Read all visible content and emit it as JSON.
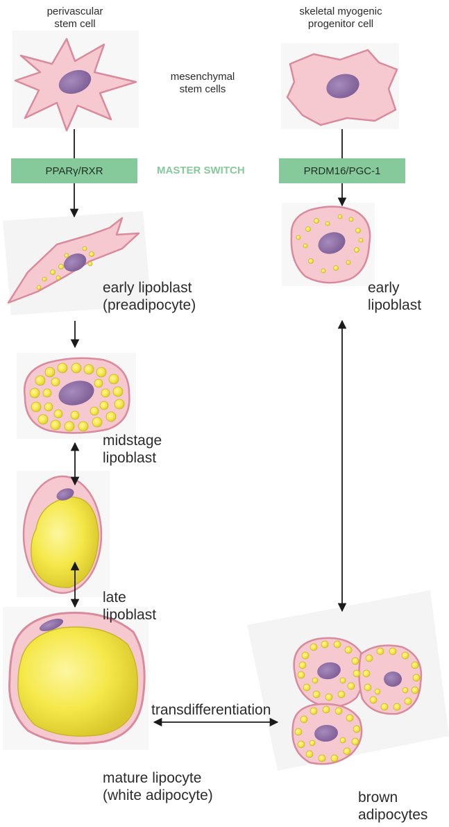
{
  "labels": {
    "perivascular": "perivascular\nstem cell",
    "skeletal": "skeletal myogenic\nprogenitor cell",
    "mesenchymal": "mesenchymal\nstem cells",
    "early_left": "early lipoblast\n(preadipocyte)",
    "early_right": "early\nlipoblast",
    "midstage": "midstage\nlipoblast",
    "late": "late\nlipoblast",
    "mature": "mature lipocyte\n(white adipocyte)",
    "brown": "brown\nadipocytes",
    "transdifferentiation": "transdifferentiation"
  },
  "boxes": {
    "left": "PPARγ/RXR",
    "center": "MASTER SWITCH",
    "right": "PRDM16/PGC-1"
  },
  "colors": {
    "membrane": "#d98a9c",
    "cytoplasm": "#f6c9d0",
    "nucleus": "#8b6ea3",
    "lipid": "#f5e84a",
    "lipid_edge": "#c9b52a",
    "box": "#86c99b",
    "arrow": "#1a1a1a"
  }
}
